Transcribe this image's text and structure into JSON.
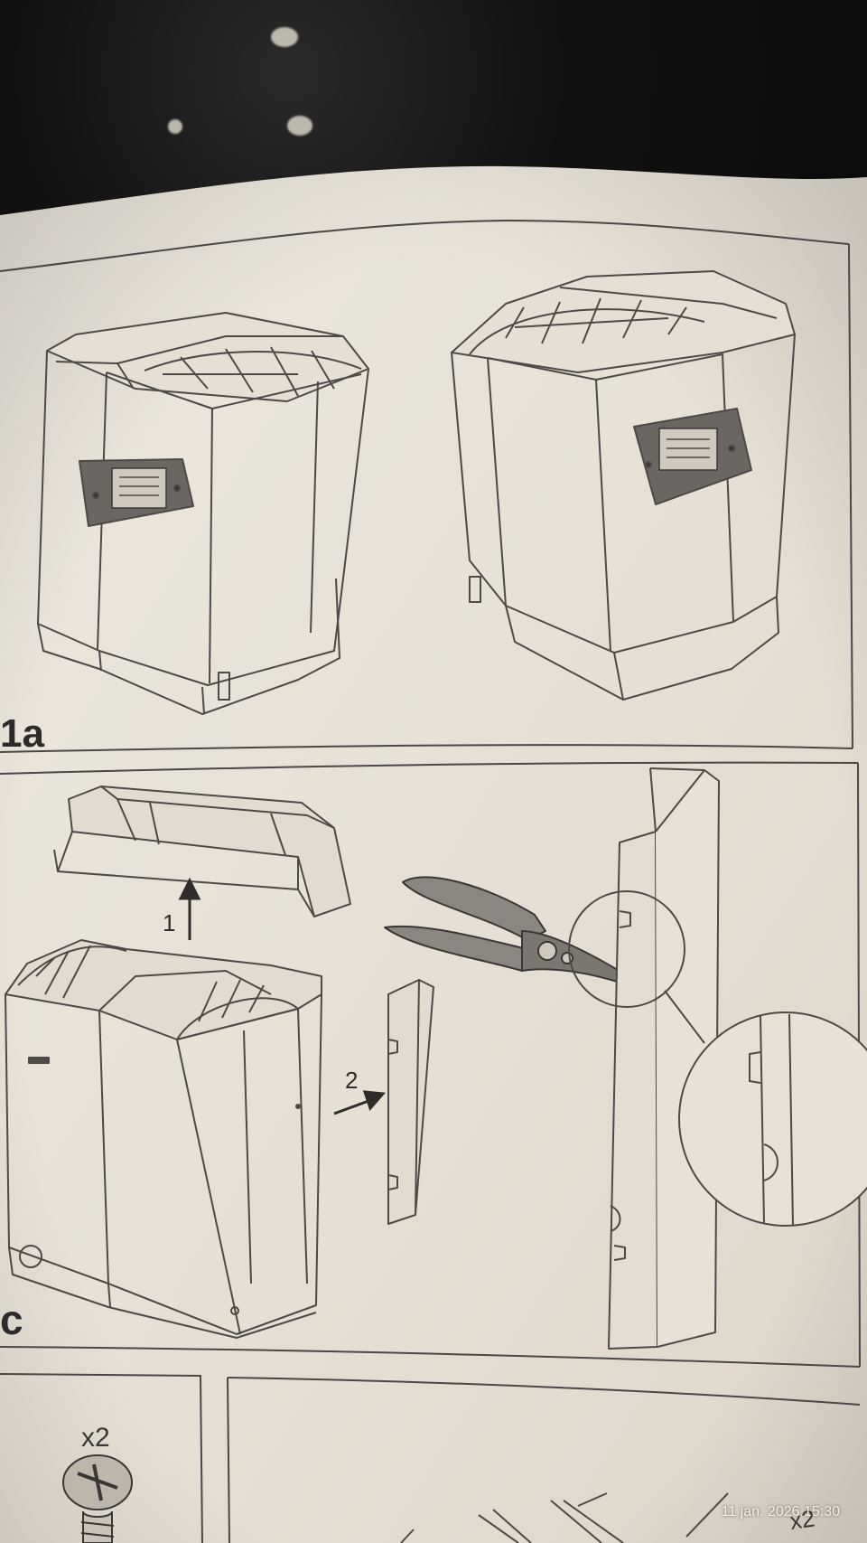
{
  "panels": {
    "top": {
      "label": "1a"
    },
    "middle": {
      "label": "c",
      "step_1": "1",
      "step_2": "2"
    },
    "bottom": {
      "quantity_left": "x2",
      "quantity_right": "x2"
    }
  },
  "overlay": {
    "timestamp": "11 jan. 2026 15:30"
  },
  "colors": {
    "paper": "#e9e3d8",
    "ink": "#3a3835",
    "background": "#0e0e0e"
  }
}
